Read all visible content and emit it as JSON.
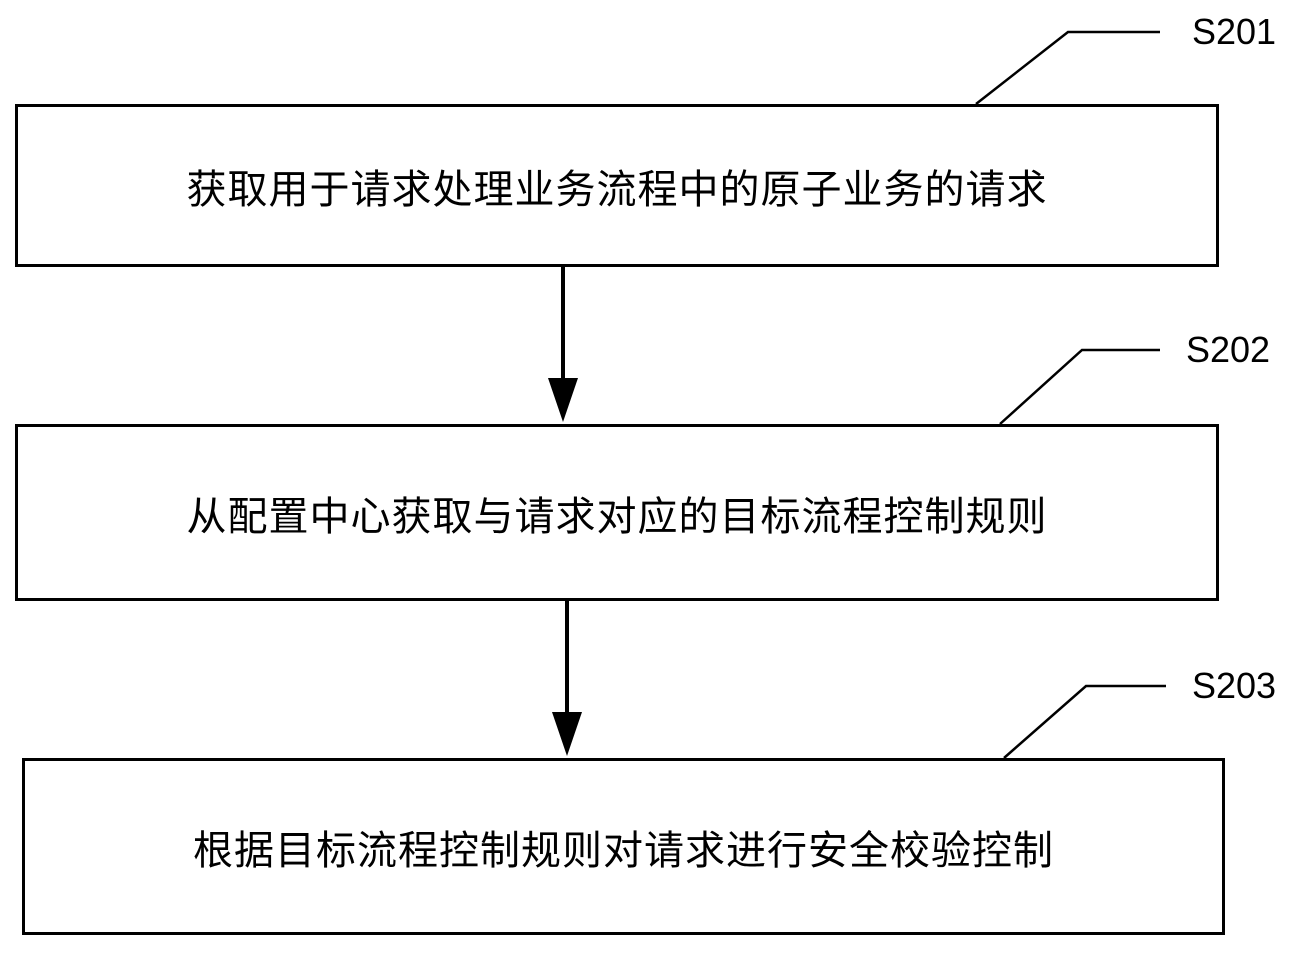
{
  "steps": [
    {
      "id": "S201",
      "text": "获取用于请求处理业务流程中的原子业务的请求"
    },
    {
      "id": "S202",
      "text": "从配置中心获取与请求对应的目标流程控制规则"
    },
    {
      "id": "S203",
      "text": "根据目标流程控制规则对请求进行安全校验控制"
    }
  ],
  "colors": {
    "stroke": "#000000",
    "background": "#ffffff"
  }
}
